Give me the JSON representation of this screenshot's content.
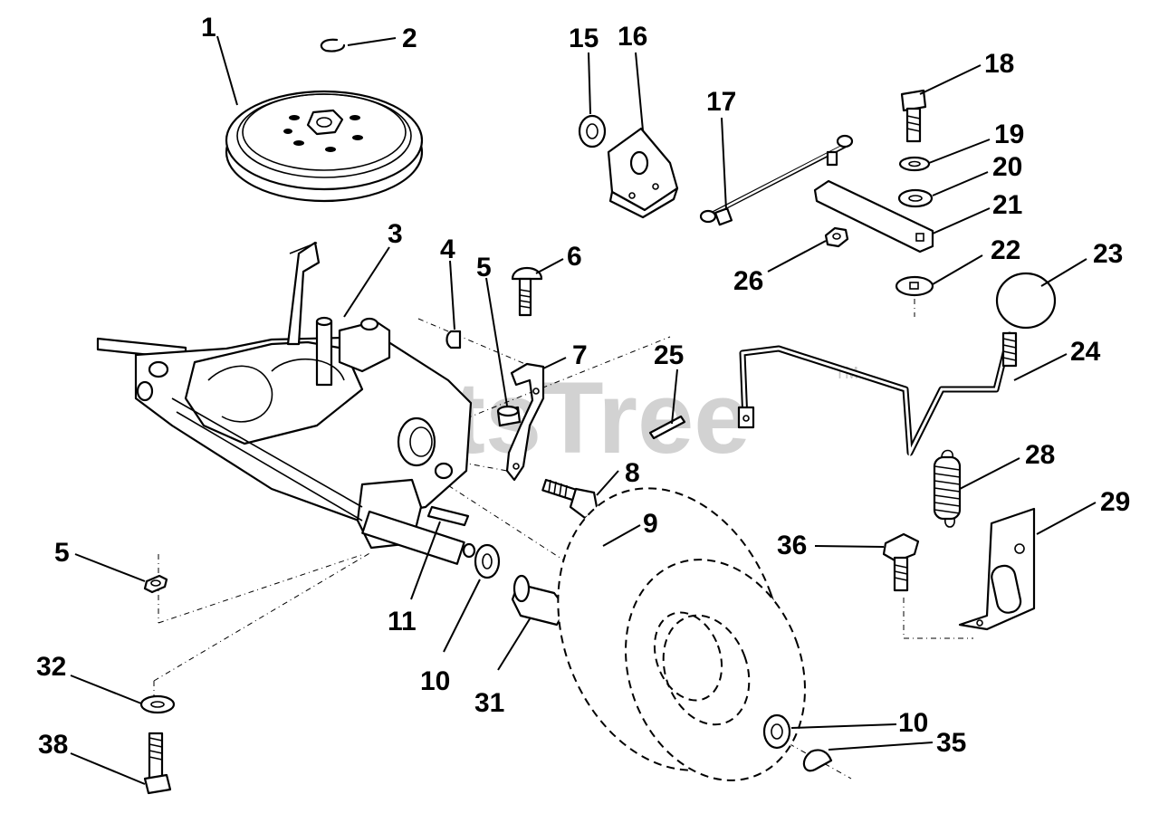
{
  "watermark": "PartsTree",
  "trademark": "TM",
  "callouts": [
    {
      "id": "c1",
      "label": "1"
    },
    {
      "id": "c2",
      "label": "2"
    },
    {
      "id": "c3",
      "label": "3"
    },
    {
      "id": "c4",
      "label": "4"
    },
    {
      "id": "c5a",
      "label": "5"
    },
    {
      "id": "c5b",
      "label": "5"
    },
    {
      "id": "c6",
      "label": "6"
    },
    {
      "id": "c7",
      "label": "7"
    },
    {
      "id": "c8",
      "label": "8"
    },
    {
      "id": "c9",
      "label": "9"
    },
    {
      "id": "c10a",
      "label": "10"
    },
    {
      "id": "c10b",
      "label": "10"
    },
    {
      "id": "c11",
      "label": "11"
    },
    {
      "id": "c15",
      "label": "15"
    },
    {
      "id": "c16",
      "label": "16"
    },
    {
      "id": "c17",
      "label": "17"
    },
    {
      "id": "c18",
      "label": "18"
    },
    {
      "id": "c19",
      "label": "19"
    },
    {
      "id": "c20",
      "label": "20"
    },
    {
      "id": "c21",
      "label": "21"
    },
    {
      "id": "c22",
      "label": "22"
    },
    {
      "id": "c23",
      "label": "23"
    },
    {
      "id": "c24",
      "label": "24"
    },
    {
      "id": "c25",
      "label": "25"
    },
    {
      "id": "c26",
      "label": "26"
    },
    {
      "id": "c28",
      "label": "28"
    },
    {
      "id": "c29",
      "label": "29"
    },
    {
      "id": "c31",
      "label": "31"
    },
    {
      "id": "c32",
      "label": "32"
    },
    {
      "id": "c35",
      "label": "35"
    },
    {
      "id": "c36",
      "label": "36"
    },
    {
      "id": "c38",
      "label": "38"
    }
  ]
}
